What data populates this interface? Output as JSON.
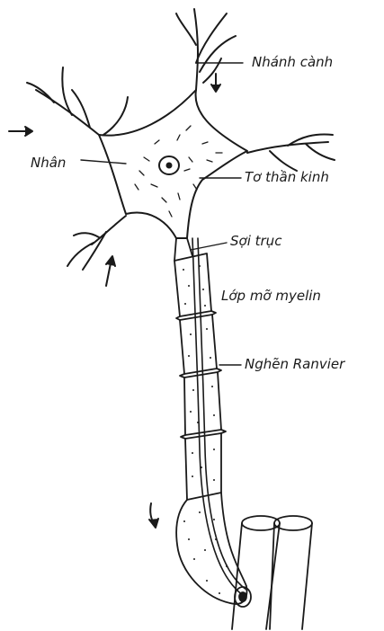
{
  "diagram": {
    "labels": {
      "dendrite": "Nhánh cành",
      "nucleus": "Nhân",
      "neurofibril": "Tơ thần kinh",
      "axon": "Sợi trục",
      "myelin": "Lớp mỡ myelin",
      "ranvier": "Nghẽn Ranvier"
    },
    "colors": {
      "ink": "#1a1a1a",
      "paper": "#ffffff"
    }
  }
}
